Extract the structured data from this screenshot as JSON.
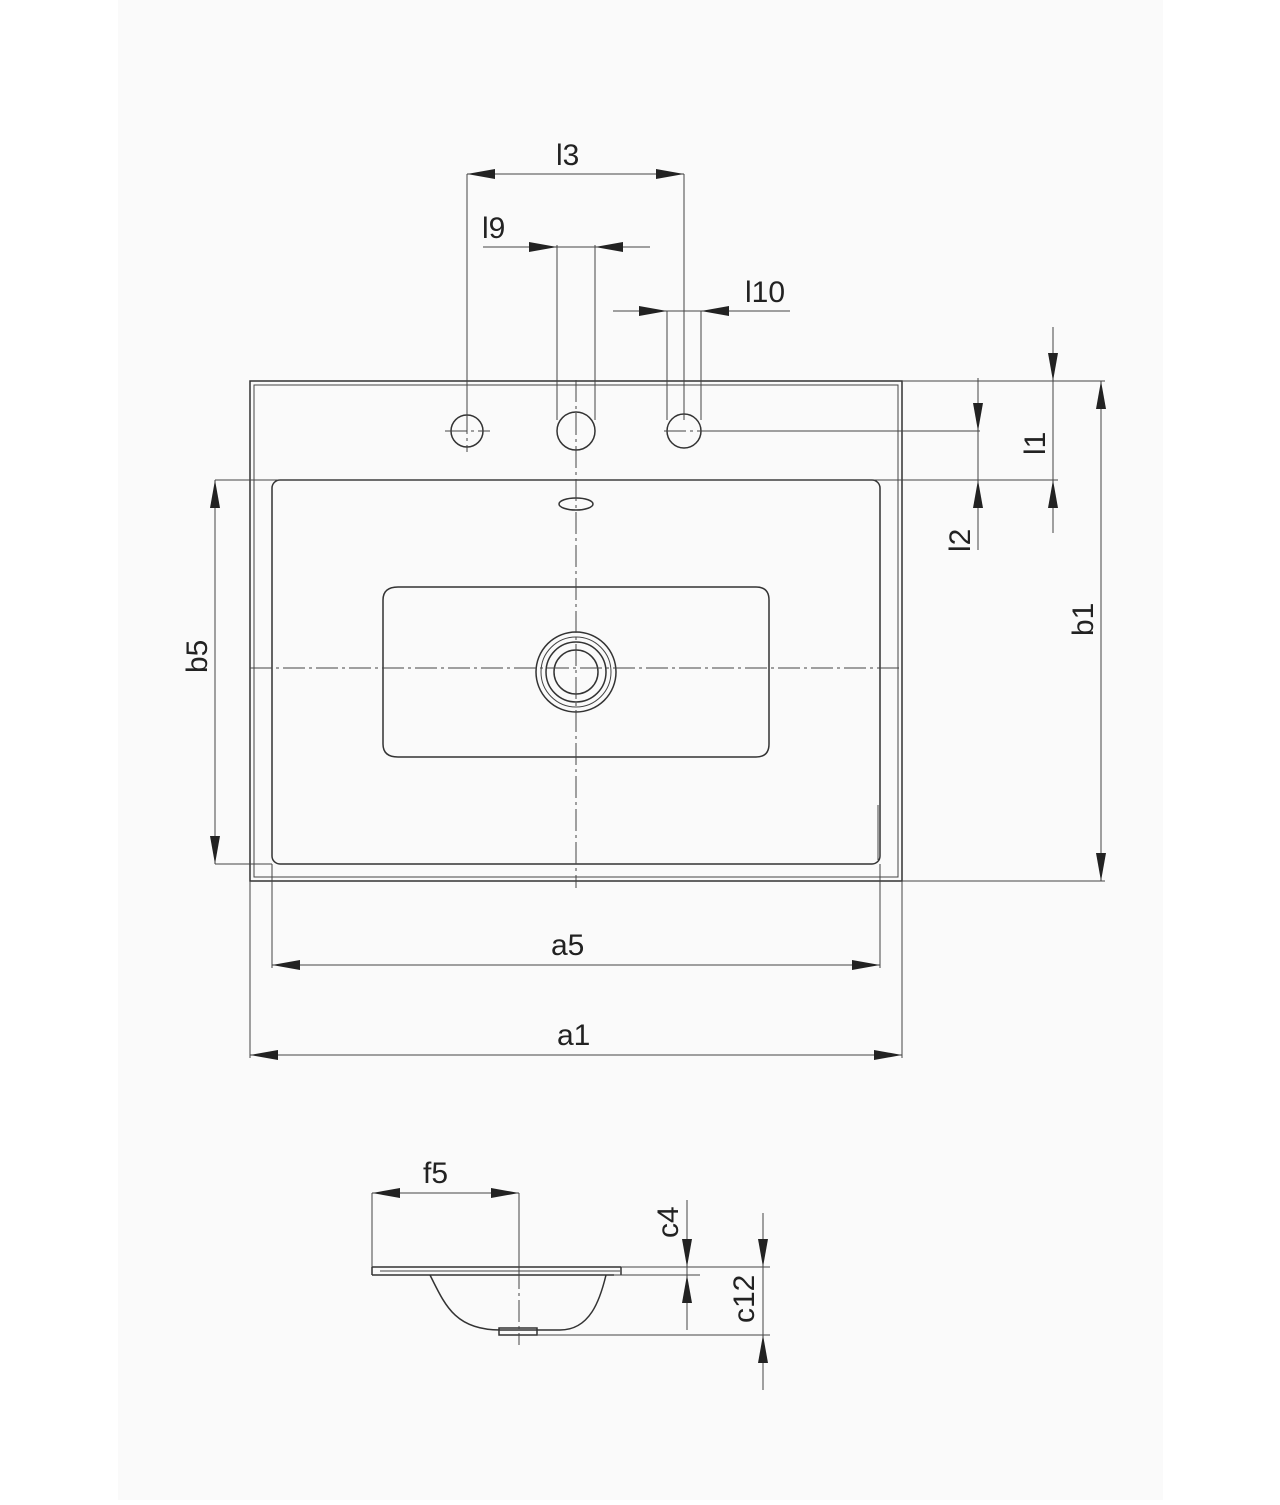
{
  "top_view": {
    "dimensions": {
      "l3": "l3",
      "l9": "l9",
      "l10": "l10",
      "l1": "l1",
      "l2": "l2",
      "b1": "b1",
      "b5": "b5",
      "a5": "a5",
      "a1": "a1"
    }
  },
  "side_view": {
    "dimensions": {
      "f5": "f5",
      "c4": "c4",
      "c12": "c12"
    }
  },
  "colors": {
    "background": "#fafafa",
    "line": "#333333"
  }
}
